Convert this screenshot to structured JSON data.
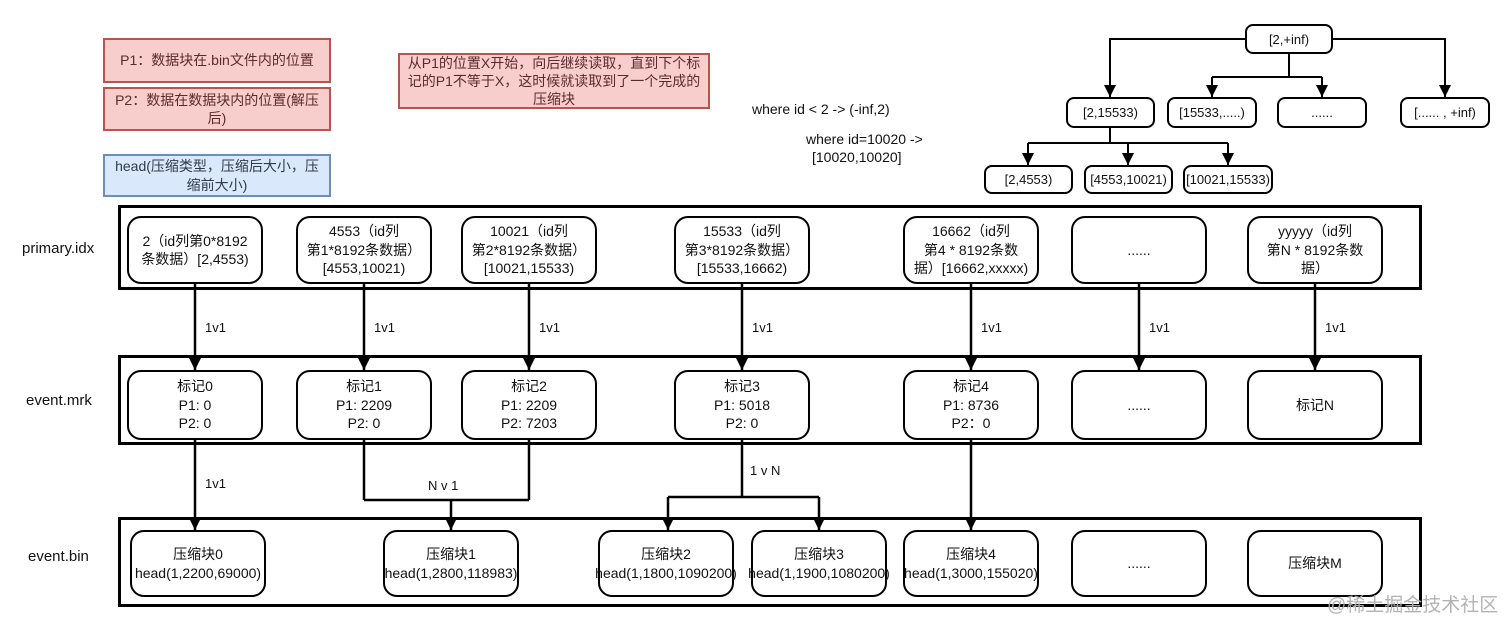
{
  "legend": {
    "p1_box": "P1：数据块在.bin文件内的位置",
    "p2_box": "P2：数据在数据块内的位置(解压后)",
    "head_box": "head(压缩类型，压缩后大小，压缩前大小)",
    "read_rule_box": "从P1的位置X开始，向后继续读取，直到下个标记的P1不等于X，这时候就读取到了一个完成的压缩块"
  },
  "annotations": {
    "where_lt2": "where id < 2  -> (-inf,2)",
    "where_eq_line1": "where id=10020  ->",
    "where_eq_line2": "[10020,10020]"
  },
  "tree": {
    "root": "[2,+inf)",
    "level2": [
      "[2,15533)",
      "[15533,.....)",
      "......",
      "[...... , +inf)"
    ],
    "level3": [
      "[2,4553)",
      "[4553,10021)",
      "[10021,15533)"
    ]
  },
  "rows": {
    "primary_idx": {
      "label": "primary.idx",
      "cells": [
        {
          "lines": [
            "2（id列第0*8192",
            "条数据）[2,4553)"
          ]
        },
        {
          "lines": [
            "4553（id列",
            "第1*8192条数据）",
            "[4553,10021)"
          ]
        },
        {
          "lines": [
            "10021（id列",
            "第2*8192条数据）",
            "[10021,15533)"
          ]
        },
        {
          "lines": [
            "15533（id列",
            "第3*8192条数据）",
            "[15533,16662)"
          ]
        },
        {
          "lines": [
            "16662（id列",
            "第4 * 8192条数",
            "据）[16662,xxxxx)"
          ]
        },
        {
          "lines": [
            "......"
          ]
        },
        {
          "lines": [
            "yyyyy（id列",
            "第N * 8192条数",
            "据）"
          ]
        }
      ]
    },
    "event_mrk": {
      "label": "event.mrk",
      "cells": [
        {
          "lines": [
            "标记0",
            "P1: 0",
            "P2: 0"
          ]
        },
        {
          "lines": [
            "标记1",
            "P1: 2209",
            "P2: 0"
          ]
        },
        {
          "lines": [
            "标记2",
            "P1: 2209",
            "P2: 7203"
          ]
        },
        {
          "lines": [
            "标记3",
            "P1: 5018",
            "P2: 0"
          ]
        },
        {
          "lines": [
            "标记4",
            "P1: 8736",
            "P2：0"
          ]
        },
        {
          "lines": [
            "......"
          ]
        },
        {
          "lines": [
            "标记N"
          ]
        }
      ]
    },
    "event_bin": {
      "label": "event.bin",
      "cells": [
        {
          "lines": [
            "压缩块0",
            "head(1,2200,69000)"
          ]
        },
        {
          "lines": [
            "压缩块1",
            "head(1,2800,118983)"
          ]
        },
        {
          "lines": [
            "压缩块2",
            "head(1,1800,1090200)"
          ]
        },
        {
          "lines": [
            "压缩块3",
            "head(1,1900,1080200)"
          ]
        },
        {
          "lines": [
            "压缩块4",
            "head(1,3000,155020)"
          ]
        },
        {
          "lines": [
            "......"
          ]
        },
        {
          "lines": [
            "压缩块M"
          ]
        }
      ]
    }
  },
  "arrow_labels": {
    "one_to_one": "1v1",
    "n_to_one": "N v 1",
    "one_to_n": "1 v N"
  },
  "watermark": "@稀土掘金技术社区",
  "colors": {
    "legend_red_fill": "#f8cecc",
    "legend_red_stroke": "#b85450",
    "legend_blue_fill": "#dae8fc",
    "legend_blue_stroke": "#6c8ebf",
    "line": "#000000"
  }
}
